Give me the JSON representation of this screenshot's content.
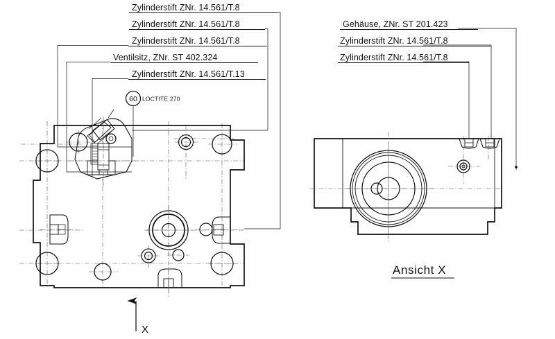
{
  "sheet": {
    "background": "#ffffff",
    "ink": "#111111"
  },
  "left_view": {
    "name": "sectional-plan-view",
    "balloon": {
      "number": "60",
      "note": "LOCTITE  270"
    },
    "callouts": [
      {
        "id": "callout-1",
        "text": "Zylinderstift ZNr.  14.561/T.8"
      },
      {
        "id": "callout-2",
        "text": "Zylinderstift ZNr.  14.561/T.8"
      },
      {
        "id": "callout-3",
        "text": "Zylinderstift ZNr.  14.561/T.8"
      },
      {
        "id": "callout-4",
        "text": "Ventilsitz, ZNr. ST  402.324"
      },
      {
        "id": "callout-5",
        "text": "Zylinderstift ZNr.  14.561/T.13"
      }
    ],
    "view_arrow": {
      "label": "X"
    }
  },
  "right_view": {
    "name": "ansicht-x-view",
    "title": "Ansicht  X",
    "callouts": [
      {
        "id": "callout-6",
        "text": "Gehäuse, ZNr. ST  201.423"
      },
      {
        "id": "callout-7",
        "text": "Zylinderstift ZNr.  14.561/T.8"
      },
      {
        "id": "callout-8",
        "text": "Zylinderstift ZNr.  14.561/T.8"
      }
    ]
  }
}
